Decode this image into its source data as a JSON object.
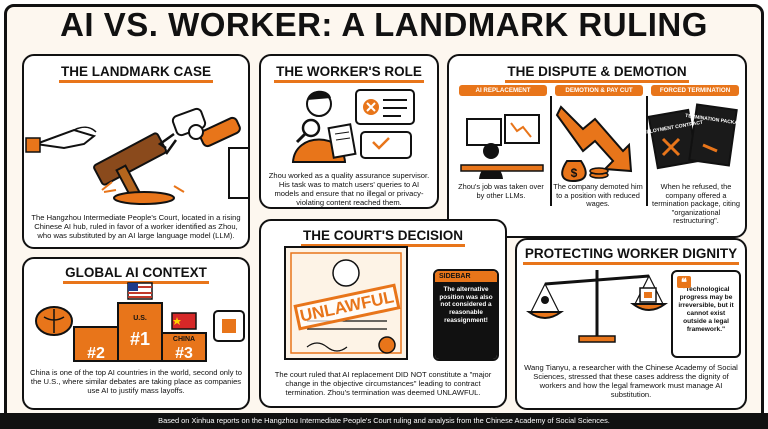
{
  "title": "AI VS. WORKER: A LANDMARK RULING",
  "panels": {
    "landmark": {
      "title": "THE LANDMARK CASE",
      "text": "The Hangzhou Intermediate People's Court, located in a rising Chinese AI hub, ruled in favor of a worker identified as Zhou, who was substituted by an AI large language model (LLM)."
    },
    "worker_role": {
      "title": "THE WORKER'S ROLE",
      "text": "Zhou worked as a quality assurance supervisor. His task was to match users' queries to AI models and ensure that no illegal or privacy-violating content reached them."
    },
    "dispute": {
      "title": "THE DISPUTE & DEMOTION",
      "columns": [
        {
          "badge": "AI REPLACEMENT",
          "text": "Zhou's job was taken over by other LLMs."
        },
        {
          "badge": "DEMOTION & PAY CUT",
          "text": "The company demoted him to a position with reduced wages."
        },
        {
          "badge": "FORCED TERMINATION",
          "text": "When he refused, the company offered a termination package, citing \"organizational restructuring\"."
        }
      ],
      "docs": [
        "EMPLOYMENT CONTRACT",
        "TERMINATION PACKAGE"
      ]
    },
    "global": {
      "title": "GLOBAL AI CONTEXT",
      "text": "China is one of the top AI countries in the world, second only to the U.S., where similar debates are taking place as companies use AI to justify mass layoffs.",
      "podium": [
        {
          "rank": "#2",
          "label": ""
        },
        {
          "rank": "#1",
          "label": "U.S."
        },
        {
          "rank": "#3",
          "label": "CHINA"
        }
      ]
    },
    "court": {
      "title": "THE COURT'S DECISION",
      "stamp": "UNLAWFUL",
      "sidebar_title": "SIDEBAR",
      "sidebar_text": "The alternative position was also not considered a reasonable reassignment!",
      "text": "The court ruled that AI replacement DID NOT constitute a \"major change in the objective circumstances\" leading to contract termination. Zhou's termination was deemed UNLAWFUL."
    },
    "dignity": {
      "title": "PROTECTING WORKER DIGNITY",
      "quote": "\"Technological progress may be irreversible, but it cannot exist outside a legal framework.\"",
      "text": "Wang Tianyu, a researcher with the Chinese Academy of Social Sciences, stressed that these cases address the dignity of workers and how the legal framework must manage AI substitution."
    }
  },
  "footer": "Based on Xinhua reports on the Hangzhou Intermediate People's Court ruling and analysis from the Chinese Academy of Social Sciences.",
  "colors": {
    "accent": "#e8751a",
    "ink": "#111111",
    "background": "#fdf7ef"
  },
  "icons": [
    "handshake-icon",
    "gavel-icon",
    "robot-arm-icon",
    "magnifier-icon",
    "clipboard-icon",
    "laptop-icon",
    "money-bag-icon",
    "down-arrow-icon",
    "contract-icon",
    "brain-icon",
    "us-flag-icon",
    "china-flag-icon",
    "certificate-icon",
    "scale-icon",
    "chip-icon",
    "quote-icon"
  ]
}
